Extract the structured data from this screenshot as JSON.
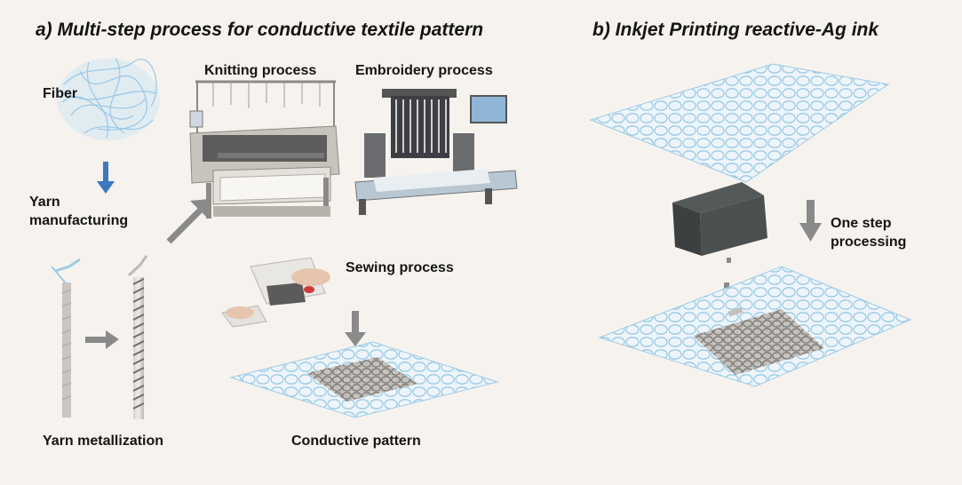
{
  "panel_a": {
    "title": "a) Multi-step process for conductive textile pattern",
    "labels": {
      "fiber": "Fiber",
      "yarn_line1": "Yarn",
      "yarn_line2": "manufacturing",
      "knitting": "Knitting process",
      "embroidery": "Embroidery process",
      "sewing": "Sewing process",
      "metallization": "Yarn metallization",
      "pattern": "Conductive pattern"
    }
  },
  "panel_b": {
    "title": "b) Inkjet Printing reactive-Ag ink",
    "labels": {
      "step_line1": "One step",
      "step_line2": "processing"
    }
  },
  "colors": {
    "background": "#f6f3ee",
    "fiber_blue": "#8ec4e6",
    "arrow_blue": "#3a78c2",
    "arrow_gray": "#8a8a8a",
    "silver_pattern": "#8a8580"
  }
}
